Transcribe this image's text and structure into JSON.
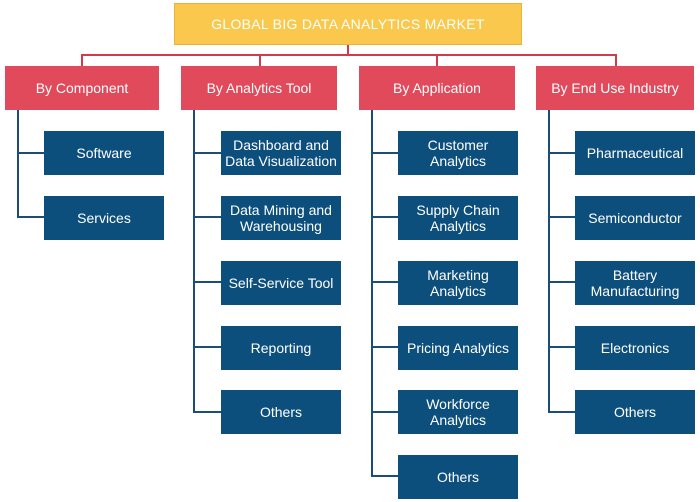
{
  "root": "GLOBAL BIG DATA ANALYTICS MARKET",
  "categories": [
    {
      "label": "By Component",
      "items": [
        "Software",
        "Services"
      ]
    },
    {
      "label": "By Analytics Tool",
      "items": [
        "Dashboard and Data Visualization",
        "Data Mining and Warehousing",
        "Self-Service Tool",
        "Reporting",
        "Others"
      ]
    },
    {
      "label": "By Application",
      "items": [
        "Customer Analytics",
        "Supply Chain Analytics",
        "Marketing Analytics",
        "Pricing Analytics",
        "Workforce Analytics",
        "Others"
      ]
    },
    {
      "label": "By End Use Industry",
      "items": [
        "Pharmaceutical",
        "Semiconductor",
        "Battery Manufacturing",
        "Electronics",
        "Others"
      ]
    }
  ]
}
